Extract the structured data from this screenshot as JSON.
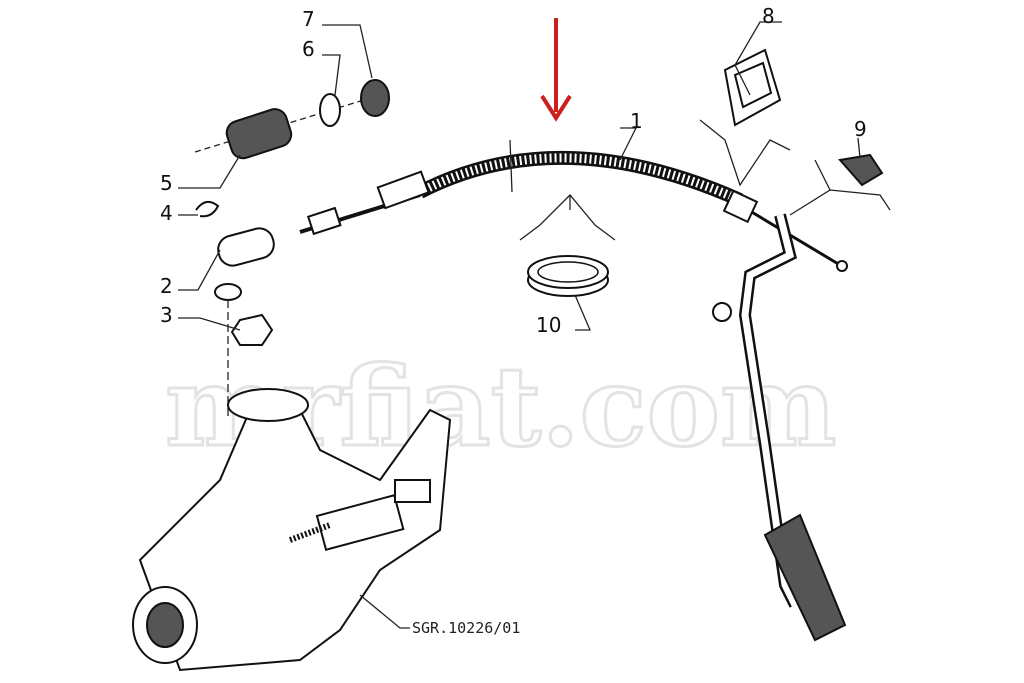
{
  "diagram": {
    "callouts": [
      "1",
      "2",
      "3",
      "4",
      "5",
      "6",
      "7",
      "8",
      "9",
      "10"
    ],
    "reference_code": "SGR.10226/01",
    "watermark": "mrfiat.com",
    "arrow_color": "#cc1f1f",
    "highlighted_part": "1"
  }
}
